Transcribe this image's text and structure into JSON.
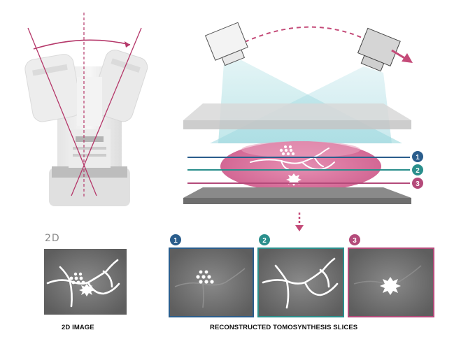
{
  "labels": {
    "two_d_tag": "2D",
    "two_d_image": "2D IMAGE",
    "reconstructed": "RECONSTRUCTED TOMOSYNTHESIS SLICES"
  },
  "slices": [
    {
      "number": "1",
      "color": "#2a5d8c"
    },
    {
      "number": "2",
      "color": "#2a8f8c"
    },
    {
      "number": "3",
      "color": "#b44a7a"
    }
  ],
  "colors": {
    "breast": "#d9739c",
    "beam": "#8fd4d9",
    "arrow": "#c44a78",
    "panel_bg": "#6f6f6f"
  }
}
